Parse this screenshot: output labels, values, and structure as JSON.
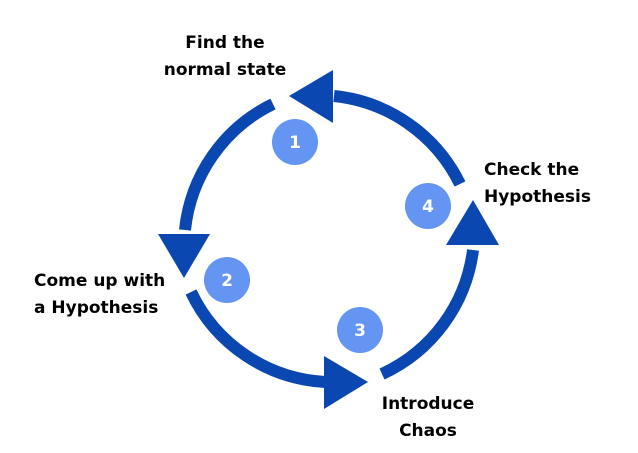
{
  "colors": {
    "arrow": "#0A47B0",
    "badge": "#6495F2",
    "badge_text": "#ffffff",
    "label_text": "#000000"
  },
  "steps": [
    {
      "number": "1",
      "label_line1": "Find the",
      "label_line2": "normal state"
    },
    {
      "number": "2",
      "label_line1": "Come up with",
      "label_line2": "a Hypothesis"
    },
    {
      "number": "3",
      "label_line1": "Introduce",
      "label_line2": "Chaos"
    },
    {
      "number": "4",
      "label_line1": "Check the",
      "label_line2": "Hypothesis"
    }
  ]
}
